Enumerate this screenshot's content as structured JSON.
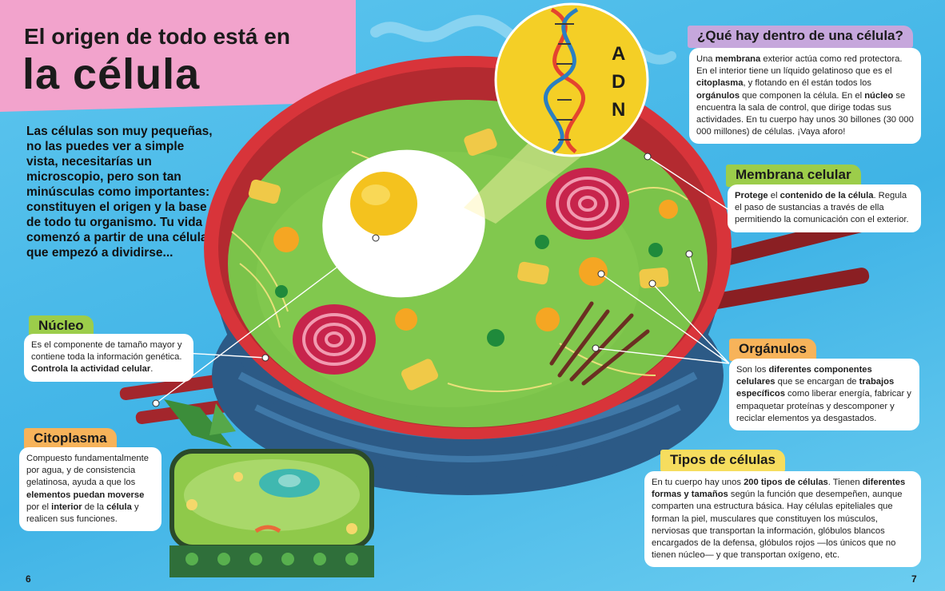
{
  "title": {
    "line1": "El origen de todo está en",
    "line2": "la célula"
  },
  "intro": "Las células son muy pequeñas, no las puedes ver a simple vista, necesitarías un microscopio, pero son tan minúsculas como importantes: constituyen el origen y la base de todo tu organismo. Tu vida comenzó a partir de una célula que empezó a dividirse...",
  "dna": {
    "letters": [
      "A",
      "D",
      "N"
    ]
  },
  "nucleo": {
    "label": "Núcleo",
    "text1": "Es el componente de tamaño mayor y contiene toda la información genética. ",
    "bold1": "Controla la actividad celular",
    "text2": "."
  },
  "citoplasma": {
    "label": "Citoplasma",
    "t1": "Compuesto fundamentalmente por agua, y de consistencia gelatinosa, ayuda a que los ",
    "b1": "elementos puedan moverse",
    "t2": " por el ",
    "b2": "interior",
    "t3": " de la ",
    "b3": "célula",
    "t4": " y realicen sus funciones."
  },
  "dentro": {
    "label": "¿Qué hay dentro de una célula?",
    "t1": "Una ",
    "b1": "membrana",
    "t2": " exterior actúa como red protectora. En el interior tiene un líquido gelatinoso que es el ",
    "b2": "citoplasma",
    "t3": ", y flotando en él están todos los ",
    "b3": "orgánulos",
    "t4": " que componen la célula. En el ",
    "b4": "núcleo",
    "t5": " se encuentra la sala de control, que dirige todas sus actividades. En tu cuerpo hay unos 30 billones (30 000 000 millones) de células. ¡Vaya aforo!"
  },
  "membrana": {
    "label": "Membrana celular",
    "b1": "Protege",
    "t1": " el ",
    "b2": "contenido de la célula",
    "t2": ". Regula el paso de sustancias a través de ella permitiendo la comunicación con el exterior."
  },
  "organulos": {
    "label": "Orgánulos",
    "t1": "Son los ",
    "b1": "diferentes componentes celulares",
    "t2": " que se encargan de ",
    "b2": "trabajos específicos",
    "t3": " como liberar energía, fabricar y empaquetar proteínas y descomponer y reciclar elementos ya desgastados."
  },
  "tipos": {
    "label": "Tipos de células",
    "t1": "En tu cuerpo hay unos ",
    "b1": "200 tipos de células",
    "t2": ". Tienen ",
    "b2": "diferentes formas y tamaños",
    "t3": " según la función que desempeñen, aunque comparten una estructura básica. Hay células epiteliales que forman la piel, musculares que constituyen los músculos, nerviosas que transportan la información, glóbulos blancos encargados de la defensa, glóbulos rojos —los únicos que no tienen núcleo— y que transportan oxígeno, etc."
  },
  "pages": {
    "left": "6",
    "right": "7"
  },
  "colors": {
    "pink": "#f2a3cc",
    "green_tab": "#9ccd4a",
    "orange_tab": "#f7b35a",
    "yellow_tab": "#f6dd5e",
    "purple_tab": "#c6a7dc",
    "soup": "#7bc34a",
    "bowl_red": "#d8343a",
    "bowl_blue": "#2c5a86"
  }
}
